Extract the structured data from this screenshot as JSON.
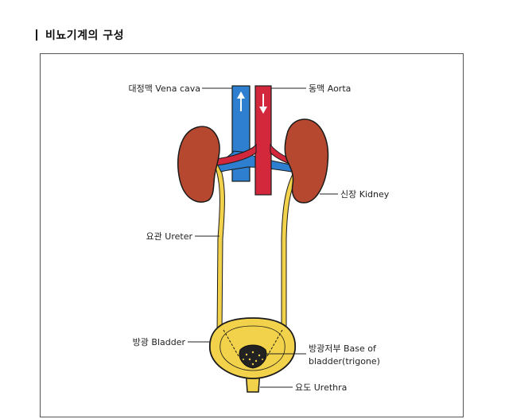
{
  "header": {
    "title": "비뇨기계의 구성"
  },
  "diagram": {
    "labels": {
      "vena_cava": "대정맥 Vena cava",
      "aorta": "동맥 Aorta",
      "kidney": "신장 Kidney",
      "ureter": "요관 Ureter",
      "bladder": "방광 Bladder",
      "base_line1": "방광저부 Base of",
      "base_line2": "bladder(trigone)",
      "urethra": "요도 Urethra"
    },
    "colors": {
      "vein": "#2f7fd0",
      "artery": "#d3283c",
      "kidney": "#b5482e",
      "ureter": "#f2d24a",
      "outline": "#1a1a1a"
    }
  }
}
